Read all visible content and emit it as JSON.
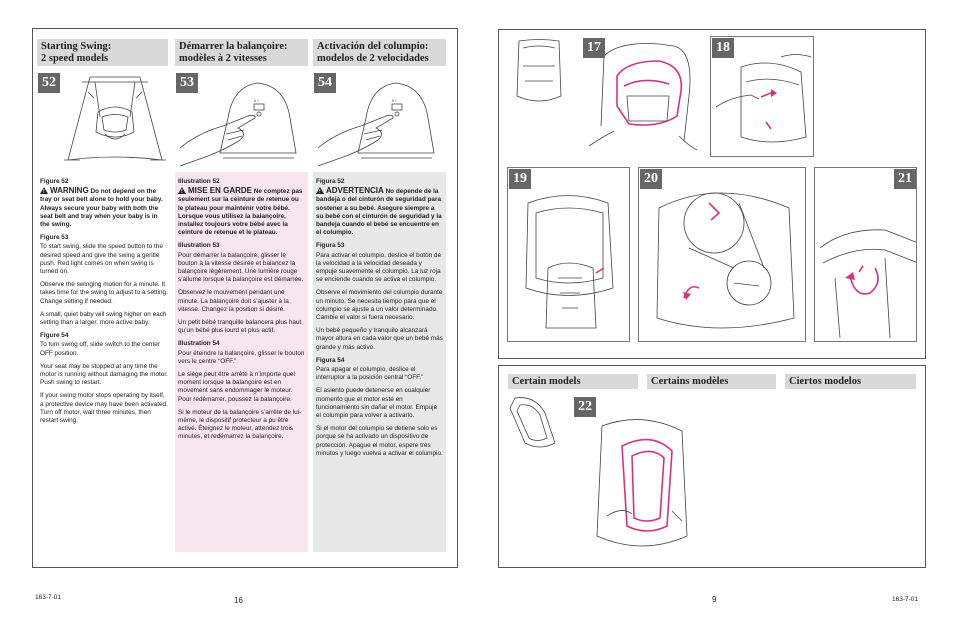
{
  "left_page": {
    "page_number": "16",
    "footer_code": "163-7-01",
    "en": {
      "heading": "Starting Swing:\n2 speed models",
      "fig_badge": "52",
      "fig52_label": "Figure 52",
      "warning_word": "WARNING",
      "warning_text": "Do not depend on the tray or seat belt alone to hold your baby. Always secure your baby with both the seat belt and tray when your baby is in the swing.",
      "fig53_label": "Figure 53",
      "p1": "To start swing, slide the speed button to the desired speed and give the swing a gentle push. Red light comes on when swing is turned on.",
      "p2": "Observe the swinging motion for a minute. It takes time for the swing to adjust to a setting. Change setting if needed.",
      "p3": "A small, quiet baby will swing higher on each setting than a larger, more active baby.",
      "fig54_label": "Figure 54",
      "p4": "To turn swing off, slide switch to the center OFF position.",
      "p5": "Your seat may be stopped at any time the motor is running without damaging the motor. Push swing to restart.",
      "p6": "If your swing motor stops operating by itself, a protective device may have been activated. Turn off motor, wait three minutes, then restart swing."
    },
    "fr": {
      "heading": "Démarrer la balançoire:\nmodèles à 2 vitesses",
      "fig_badge": "53",
      "fig52_label": "Illustration 52",
      "warning_word": "MISE EN GARDE",
      "warning_text": "Ne comptez pas seulement sur la ceinture de retenue ou le plateau pour maintenir votre bébé. Lorsque vous utilisez la balançoire, installez toujours votre bébé avec la ceinture de retenue et le plateau.",
      "fig53_label": "Illustration 53",
      "p1": "Pour démarrer la balançoire, glisser le bouton à la vitesse désirée et balancez la balançoire légèrement. Une lumière rouge s’allume lorsque la balançoire est démarrée.",
      "p2": "Observez le mouvement pendant une minute. La balançoire doit s’ajuster à la vitesse. Changez la position si désiré.",
      "p3": "Un petit bébé tranquille balancera plus haut qu’un bébé plus lourd et plus actif.",
      "fig54_label": "Illustration 54",
      "p4": "Pour éteindre la balançoire, glisser le bouton vers le centre “OFF.”",
      "p5": "Le siège peut être arrêté à n’importe quel moment lorsque la balançoire est en movement sans endommager le moteur. Pour redémarrer, poussez la balançoire.",
      "p6": "Si le moteur de la balançoire s’arrête de lui-même, le dispositif protecteur a pu être activé. Éteignez le moteur, attendez trois minutes, et redémarrez la balançoire."
    },
    "es": {
      "heading": "Activación del columpio:\nmodelos de 2 velocidades",
      "fig_badge": "54",
      "fig52_label": "Figura 52",
      "warning_word": "ADVERTENCIA",
      "warning_text": "No depende de la bandeja o del cinturón de seguridad para sostener a su bebé. Asegure siempre a su bebé con el cinturón de seguridad y la bandeja cuando el bebé se encuentre en el columpio.",
      "fig53_label": "Figura 53",
      "p1": "Para activar el columpio, deslice el botón de la velocidad a la velocidad deseada y empuje suavemente el columpio. La luz roja se enciende cuando se activa el columpio.",
      "p2": "Observe el movimiento del columpio durante un minuto. Se necesita tiempo para que el columpio se ajuste a un valor determinado. Cambie el valor si fuera necesario.",
      "p3": "Un bebé pequeño y tranquilo alcanzará mayor altura en cada valor que un bebé más grande y más activo.",
      "fig54_label": "Figura 54",
      "p4": "Para apagar el columpio, deslice el interruptor a la posición central “OFF.”",
      "p5": "El asiento puede detenerse en cualquier momento que el motor esté en funcionamiento sin dañar el motor. Empuje el columpio para volver a activarlo.",
      "p6": "Si el motor del columpio se detiene solo es porque se ha activado un dispositivo de protección. Apague el motor, espere tres minutos y luego vuelva a activar el columpio."
    }
  },
  "right_page": {
    "page_number": "9",
    "footer_code": "163-7-01",
    "figure_badges": [
      "17",
      "18",
      "19",
      "20",
      "21",
      "22"
    ],
    "models_headers": [
      "Certain models",
      "Certains modèles",
      "Ciertos modelos"
    ]
  },
  "colors": {
    "accent_pink": "#d6337f",
    "header_grey": "#d9d9d9",
    "badge_grey": "#666666"
  }
}
